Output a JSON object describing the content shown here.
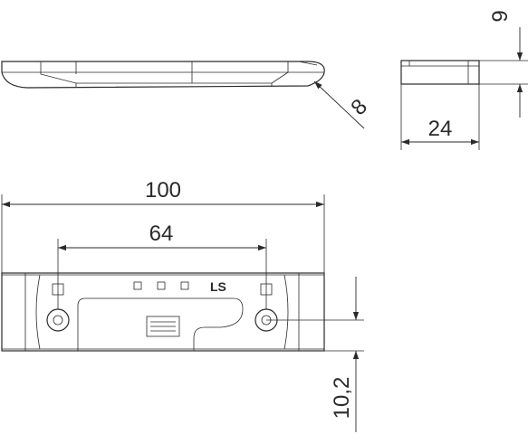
{
  "dimensions": {
    "height": "9",
    "radius": "8",
    "width": "24",
    "length": "100",
    "hole_spacing": "64",
    "offset": "10,2"
  },
  "part_marking": "LS"
}
